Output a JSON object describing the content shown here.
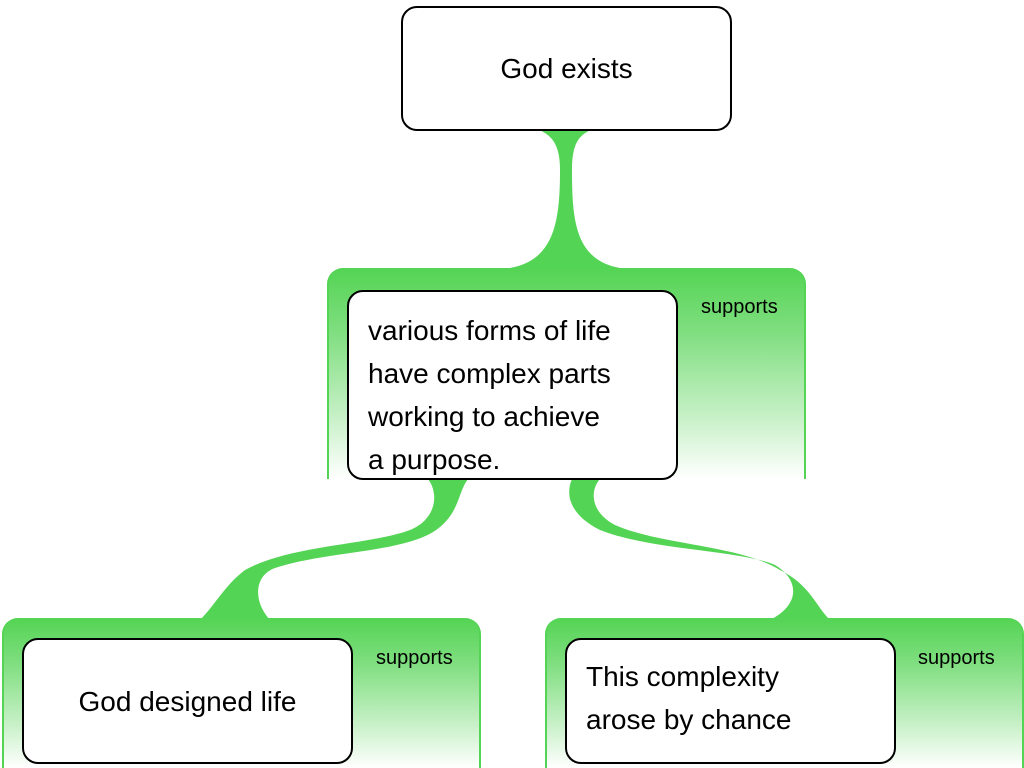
{
  "diagram": {
    "type": "argument-map",
    "accent_color": "#54d454",
    "root": {
      "text": "God exists"
    },
    "middle": {
      "relation": "supports",
      "text": "various forms of life have complex parts working to achieve a purpose.",
      "lines": [
        "various forms of life",
        "have complex parts",
        "working to achieve",
        "a purpose."
      ]
    },
    "children": [
      {
        "relation": "supports",
        "text": "God designed life",
        "lines": [
          "God designed life"
        ]
      },
      {
        "relation": "supports",
        "text": "This complexity arose by chance",
        "lines": [
          "This complexity",
          "arose by chance"
        ]
      }
    ]
  }
}
